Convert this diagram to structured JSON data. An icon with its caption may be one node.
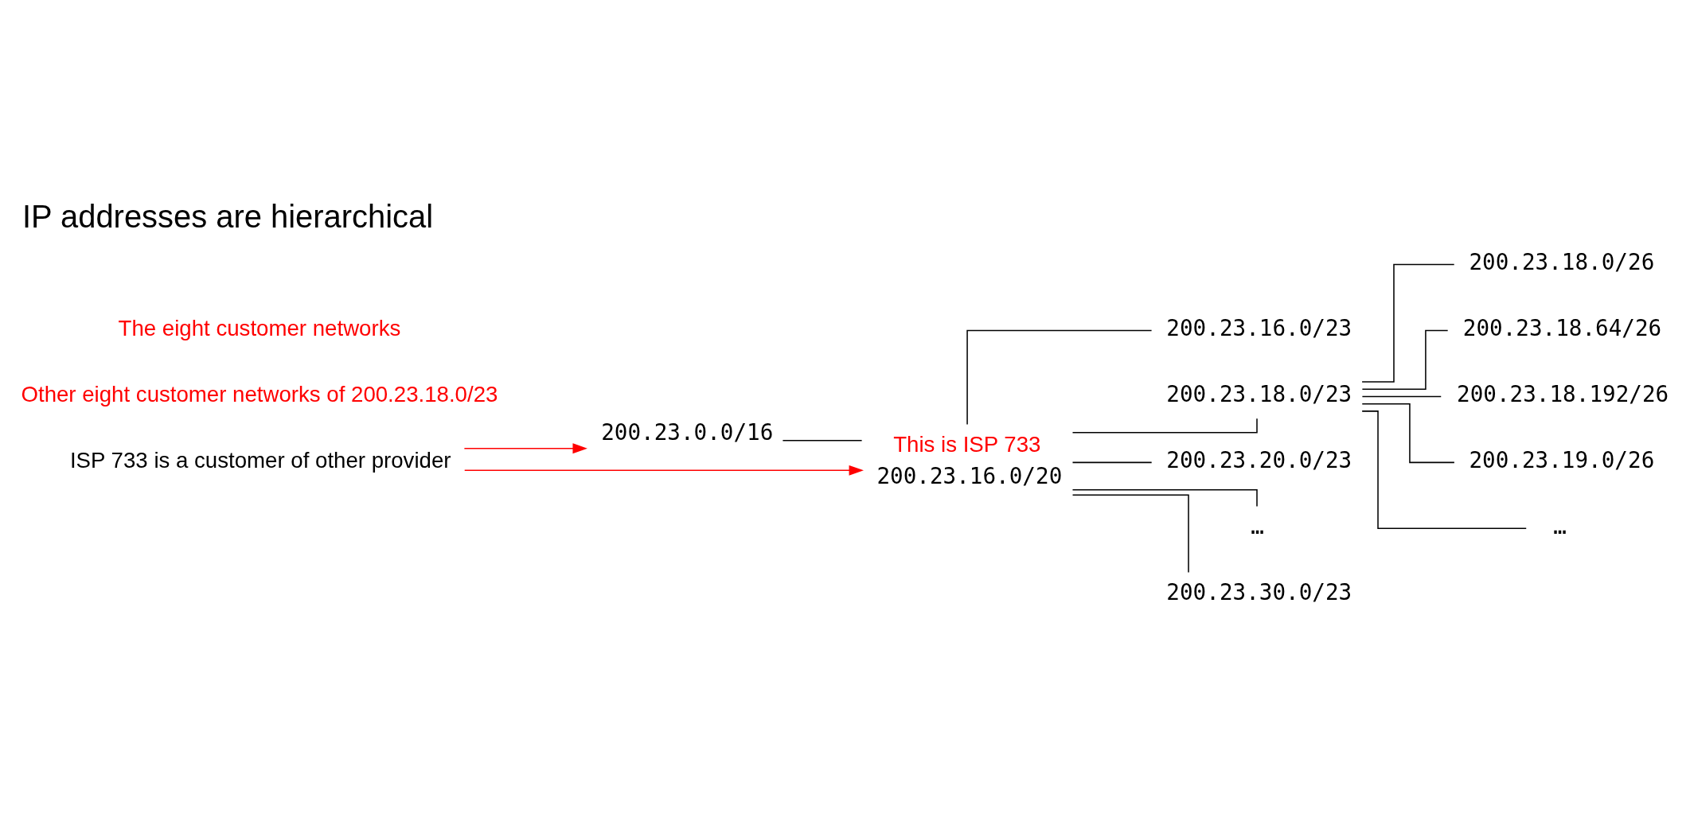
{
  "diagram": {
    "title": "IP addresses are hierarchical",
    "nodes": [
      {
        "text": [
          "200.23.0.0/16"
        ]
      },
      {
        "text": [
          "200.23.16.0/20"
        ],
        "beside": [
          "This is ISP 733"
        ]
      },
      {
        "text": [
          "200.23.16.0/23"
        ]
      },
      {
        "text": [
          "200.23.18.0/23"
        ]
      },
      {
        "text": [
          "200.23.20.0/23"
        ]
      },
      {
        "text": [
          "…"
        ]
      },
      {
        "text": [
          "200.23.30.0/23"
        ]
      },
      {
        "text": [
          "200.23.18.0/26"
        ]
      },
      {
        "text": [
          "200.23.18.64/26"
        ]
      },
      {
        "text": [
          "200.23.18.192/26"
        ]
      },
      {
        "text": [
          "200.23.19.0/26"
        ]
      },
      {
        "text": [
          "…"
        ]
      },
      {
        "text": [
          "ISP 733 is a customer of other provider"
        ]
      }
    ],
    "edges": [
      {
        "from": 0,
        "to": 1,
        "arrow": "none"
      },
      {
        "from": 1,
        "to": 2,
        "arrow": "none"
      },
      {
        "from": 1,
        "to": 3,
        "arrow": "none"
      },
      {
        "from": 1,
        "to": 4,
        "arrow": "none"
      },
      {
        "from": 1,
        "to": 5,
        "arrow": "none"
      },
      {
        "from": 1,
        "to": 6,
        "arrow": "none"
      },
      {
        "from": 3,
        "to": 7,
        "arrow": "none"
      },
      {
        "from": 3,
        "to": 8,
        "arrow": "none"
      },
      {
        "from": 3,
        "to": 9,
        "arrow": "none"
      },
      {
        "from": 3,
        "to": 10,
        "arrow": "none"
      },
      {
        "from": 3,
        "to": 11,
        "arrow": "none"
      },
      {
        "from": 12,
        "to": 0,
        "arrow": "to",
        "color": "#ff0000"
      },
      {
        "from": 12,
        "to": 1,
        "arrow": "to",
        "color": "#ff0000"
      }
    ],
    "labels": [
      "Other eight customer networks of 200.23.18.0/23",
      "The eight customer networks"
    ]
  }
}
